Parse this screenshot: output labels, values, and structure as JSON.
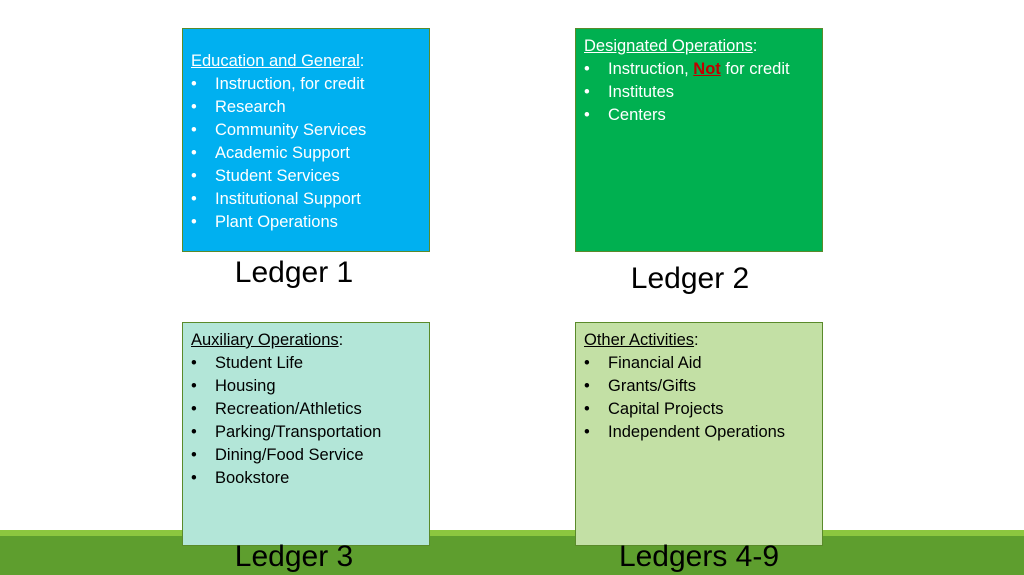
{
  "ledger1": {
    "heading": "Education and General",
    "colon": ":",
    "items": [
      "Instruction, for credit",
      "Research",
      "Community Services",
      "Academic Support",
      "Student Services",
      "Institutional Support",
      "Plant Operations"
    ],
    "caption": "Ledger 1",
    "color": "#00b0f0"
  },
  "ledger2": {
    "heading": "Designated Operations",
    "colon": ":",
    "item1_prefix": "Instruction, ",
    "item1_emphasis": "Not",
    "item1_suffix": " for credit",
    "items": [
      "Institutes",
      "Centers"
    ],
    "caption": "Ledger 2",
    "color": "#00b050"
  },
  "ledger3": {
    "heading": "Auxiliary Operations",
    "colon": ":",
    "items": [
      "Student Life",
      "Housing",
      "Recreation/Athletics",
      "Parking/Transportation",
      "Dining/Food Service",
      "Bookstore"
    ],
    "caption": "Ledger 3",
    "color": "#b3e6d8"
  },
  "ledger4": {
    "heading": "Other Activities",
    "colon": ":",
    "items": [
      "Financial Aid",
      "Grants/Gifts",
      "Capital Projects",
      "Independent Operations"
    ],
    "caption": "Ledgers 4-9",
    "color": "#c3e0a5"
  }
}
